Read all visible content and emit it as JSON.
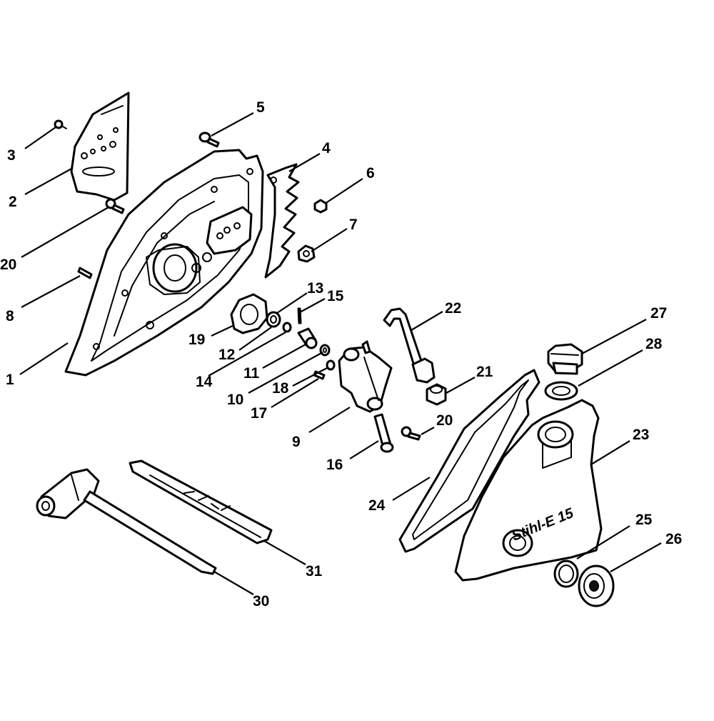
{
  "brand_mark": "Stihl-E 15",
  "callouts": [
    "1",
    "2",
    "3",
    "4",
    "5",
    "6",
    "7",
    "8",
    "9",
    "10",
    "11",
    "12",
    "13",
    "14",
    "15",
    "16",
    "17",
    "18",
    "19",
    "20",
    "20",
    "20",
    "21",
    "22",
    "23",
    "24",
    "25",
    "26",
    "27",
    "28",
    "30",
    "31"
  ]
}
